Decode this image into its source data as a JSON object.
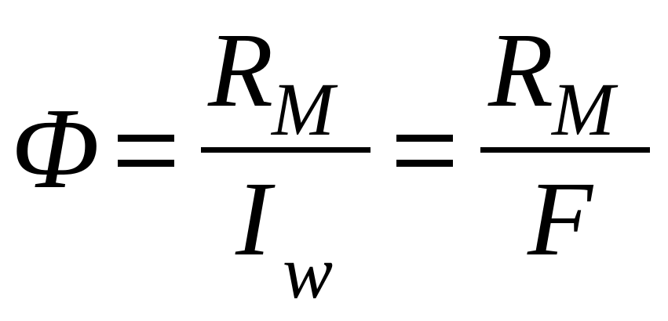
{
  "formula": {
    "lhs": "Φ",
    "equals_1": "=",
    "frac1": {
      "numerator_main": "R",
      "numerator_sub": "M",
      "denominator_main": "I",
      "denominator_sub": "w"
    },
    "equals_2": "=",
    "frac2": {
      "numerator_main": "R",
      "numerator_sub": "M",
      "denominator_main": "F"
    }
  }
}
